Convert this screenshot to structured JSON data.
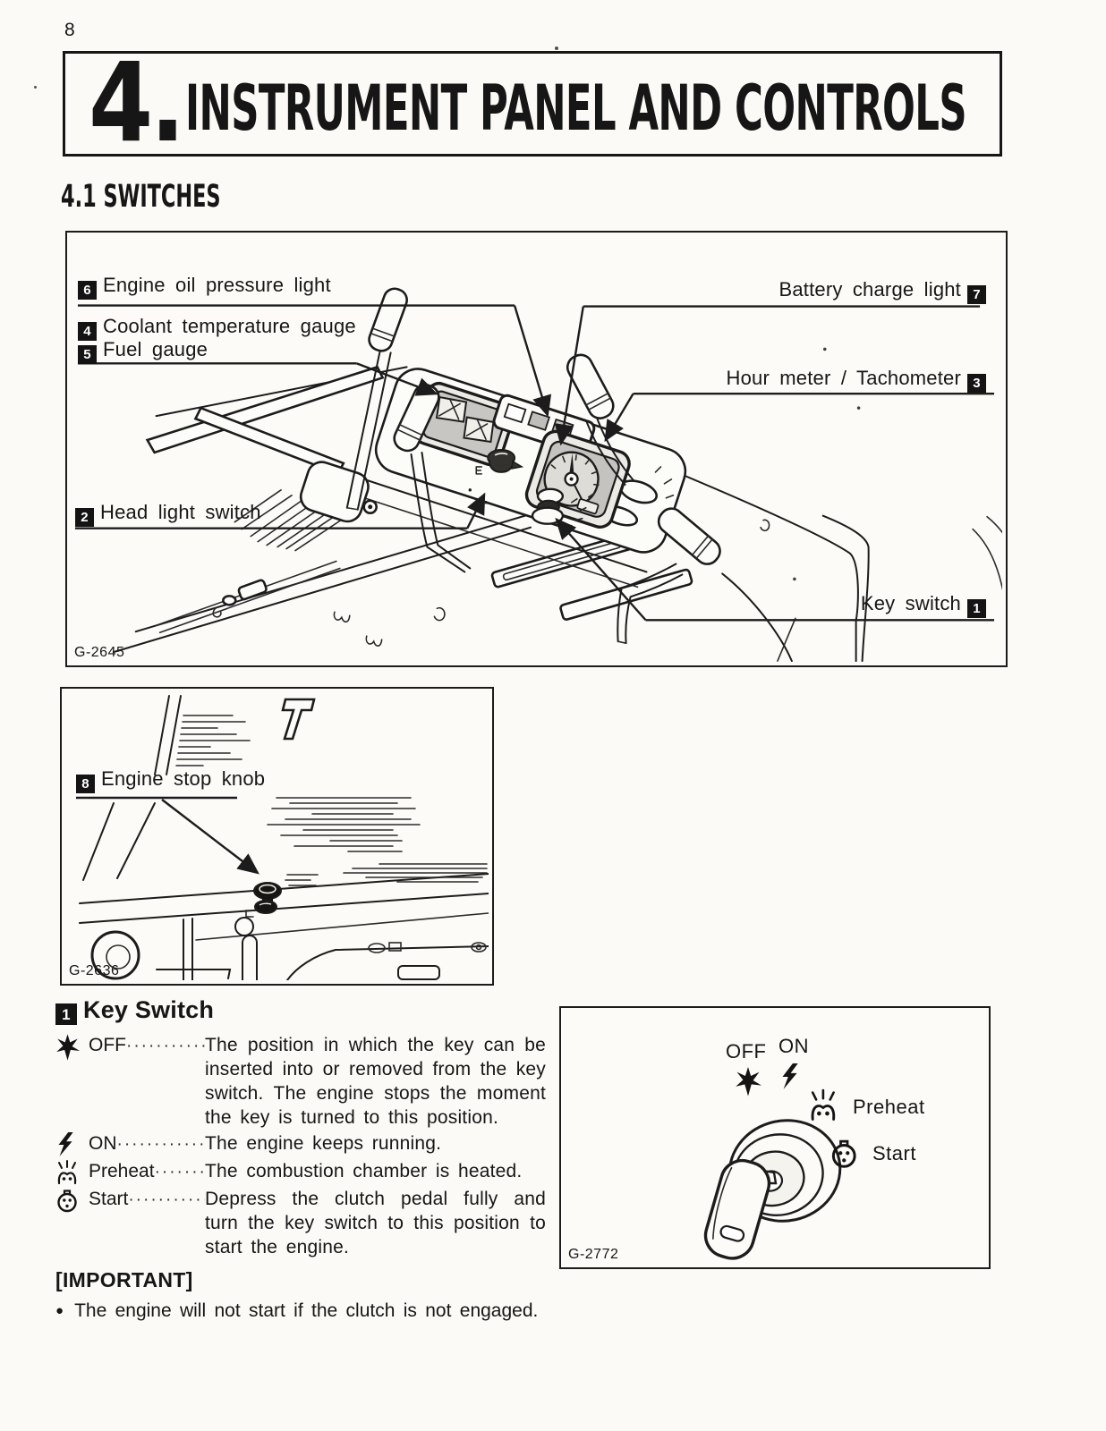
{
  "page": {
    "number": "8"
  },
  "header": {
    "chapter_number": "4.",
    "title": "INSTRUMENT PANEL AND CONTROLS"
  },
  "section": {
    "heading": "4.1 SWITCHES"
  },
  "figure_panel": {
    "code": "G-2645",
    "labels": [
      {
        "num": "6",
        "text": "Engine oil pressure light"
      },
      {
        "num": "7",
        "text": "Battery charge light"
      },
      {
        "num": "4",
        "text": "Coolant temperature gauge"
      },
      {
        "num": "5",
        "text": "Fuel gauge"
      },
      {
        "num": "3",
        "text": "Hour meter / Tachometer"
      },
      {
        "num": "2",
        "text": "Head light switch"
      },
      {
        "num": "1",
        "text": "Key switch"
      }
    ]
  },
  "figure_stop_knob": {
    "code": "G-2636",
    "label": {
      "num": "8",
      "text": "Engine stop knob"
    }
  },
  "figure_key_switch": {
    "code": "G-2772",
    "positions": {
      "off": "OFF",
      "on": "ON",
      "preheat": "Preheat",
      "start": "Start"
    },
    "icons": {
      "off": "burst-star-icon",
      "on": "lightning-bolt-icon",
      "preheat": "glow-plug-icon",
      "start": "engine-start-icon"
    }
  },
  "key_switch_section": {
    "num": "1",
    "heading": "Key Switch",
    "rows": [
      {
        "icon": "burst-star-icon",
        "term": "OFF",
        "dots": "··············",
        "desc": "The position in which the key can be inserted into or removed from the key switch. The engine stops the moment the key is turned to this position."
      },
      {
        "icon": "lightning-bolt-icon",
        "term": "ON",
        "dots": "···············",
        "desc": "The engine keeps running."
      },
      {
        "icon": "glow-plug-icon",
        "term": "Preheat",
        "dots": "·········",
        "desc": "The combustion chamber is heated."
      },
      {
        "icon": "engine-start-icon",
        "term": "Start",
        "dots": "·············",
        "desc": "Depress the clutch pedal fully and turn the key switch to this position to start the engine."
      }
    ],
    "important_heading": "[IMPORTANT]",
    "bullet_char": "●",
    "important_note": "The engine will not start if the clutch is not engaged."
  }
}
